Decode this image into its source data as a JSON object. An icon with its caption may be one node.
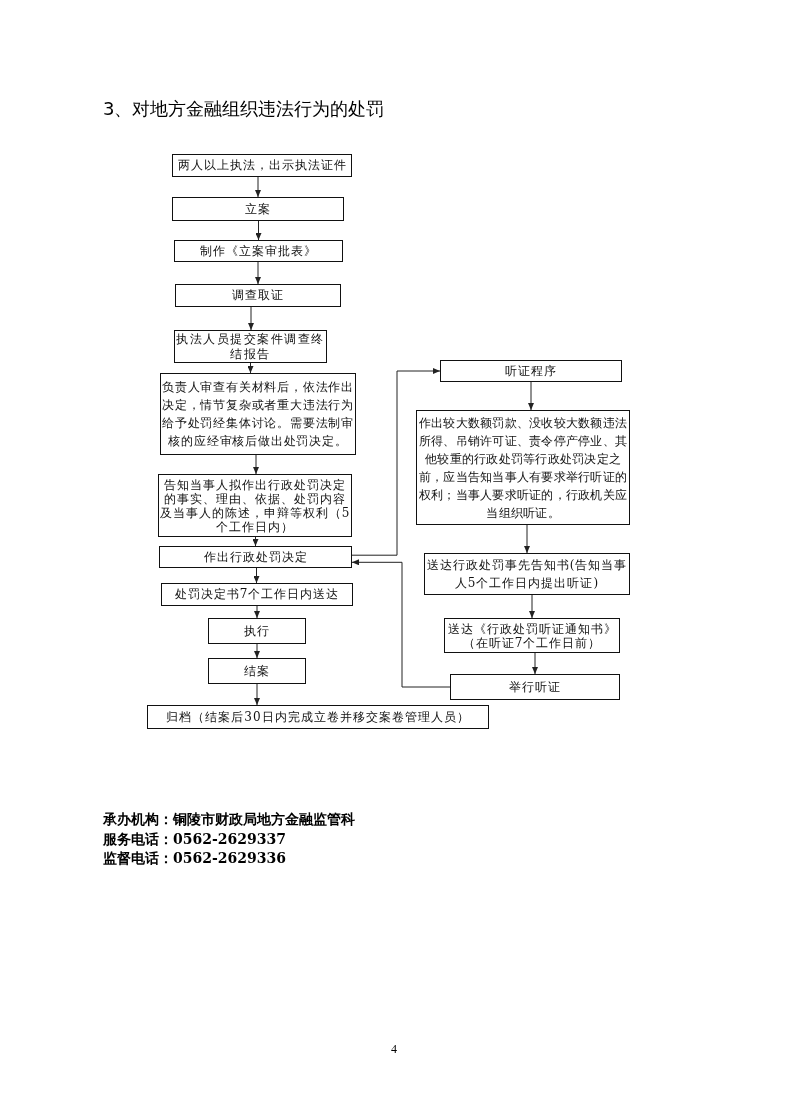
{
  "diagram": {
    "title": "3、对地方金融组织违法行为的处罚",
    "nodes": [
      {
        "text": [
          "两人以上执法，出示执法证件"
        ]
      },
      {
        "text": [
          "立案"
        ]
      },
      {
        "text": [
          "制作《立案审批表》"
        ]
      },
      {
        "text": [
          "调查取证"
        ]
      },
      {
        "text": [
          "执法人员提交案件调查终结报告"
        ]
      },
      {
        "text": [
          "负责人审查有关材料后，依法作出决定，情节复杂或者重大违法行为给予处罚经集体讨论。需要法制审核的应经审核后做出处罚决定。"
        ]
      },
      {
        "text": [
          "告知当事人拟作出行政处罚决定的事实、理由、依据、处罚内容及当事人的陈述，申辩等权利（5个工作日内）"
        ]
      },
      {
        "text": [
          "作出行政处罚决定"
        ]
      },
      {
        "text": [
          "处罚决定书7个工作日内送达"
        ]
      },
      {
        "text": [
          "执行"
        ]
      },
      {
        "text": [
          "结案"
        ]
      },
      {
        "text": [
          "归档（结案后30日内完成立卷并移交案卷管理人员）"
        ]
      },
      {
        "text": [
          "听证程序"
        ]
      },
      {
        "text": [
          "作出较大数额罚款、没收较大数额违法所得、吊销许可证、责令停产停业、其他较重的行政处罚等行政处罚决定之前，应当告知当事人有要求举行听证的权利；当事人要求听证的，行政机关应当组织听证。"
        ]
      },
      {
        "text": [
          "送达行政处罚事先告知书(告知当事人5个工作日内提出听证)"
        ]
      },
      {
        "text": [
          "送达《行政处罚听证通知书》（在听证7个工作日前）"
        ]
      },
      {
        "text": [
          "举行听证"
        ]
      }
    ],
    "edges": [
      {
        "from": 0,
        "to": 1,
        "arrow": "to"
      },
      {
        "from": 1,
        "to": 2,
        "arrow": "to"
      },
      {
        "from": 2,
        "to": 3,
        "arrow": "to"
      },
      {
        "from": 3,
        "to": 4,
        "arrow": "to"
      },
      {
        "from": 4,
        "to": 5,
        "arrow": "to"
      },
      {
        "from": 5,
        "to": 6,
        "arrow": "to"
      },
      {
        "from": 6,
        "to": 7,
        "arrow": "to"
      },
      {
        "from": 7,
        "to": 8,
        "arrow": "to"
      },
      {
        "from": 8,
        "to": 9,
        "arrow": "to"
      },
      {
        "from": 9,
        "to": 10,
        "arrow": "to"
      },
      {
        "from": 10,
        "to": 11,
        "arrow": "to"
      },
      {
        "from": 7,
        "to": 12,
        "arrow": "to"
      },
      {
        "from": 12,
        "to": 13,
        "arrow": "to"
      },
      {
        "from": 13,
        "to": 14,
        "arrow": "to"
      },
      {
        "from": 14,
        "to": 15,
        "arrow": "to"
      },
      {
        "from": 15,
        "to": 16,
        "arrow": "to"
      },
      {
        "from": 16,
        "to": 7,
        "arrow": "to"
      }
    ],
    "labels": [
      "承办机构：铜陵市财政局地方金融监管科",
      "服务电话：0562-2629337",
      "监督电话：0562-2629336",
      "4"
    ]
  }
}
